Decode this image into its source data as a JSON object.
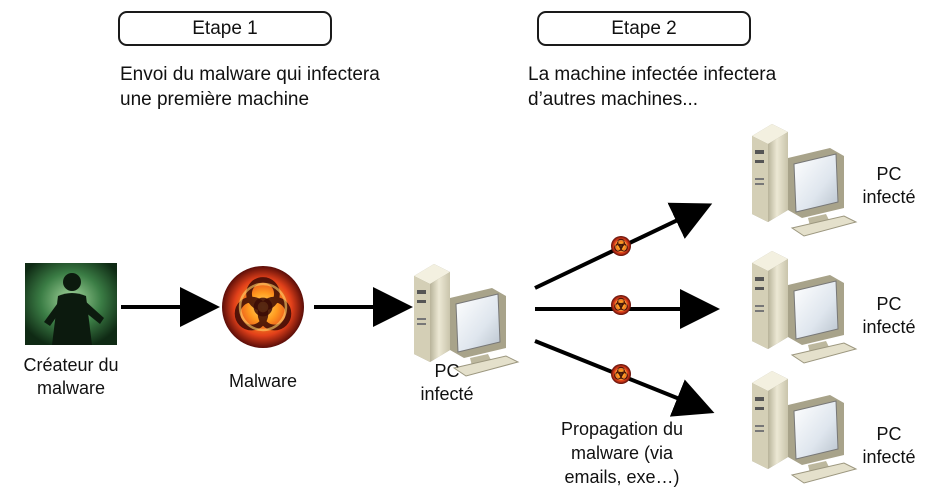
{
  "step1": {
    "title": "Etape 1",
    "line1": "Envoi du malware qui infectera",
    "line2": "une première machine"
  },
  "step2": {
    "title": "Etape 2",
    "line1": "La machine infectée infectera",
    "line2": "d’autres machines..."
  },
  "nodes": {
    "creator": {
      "line1": "Créateur du",
      "line2": "malware"
    },
    "malware": {
      "label": "Malware"
    },
    "pc_center": {
      "line1": "PC",
      "line2": "infecté"
    },
    "pc_top": {
      "line1": "PC",
      "line2": "infecté"
    },
    "pc_middle": {
      "line1": "PC",
      "line2": "infecté"
    },
    "pc_bottom": {
      "line1": "PC",
      "line2": "infecté"
    }
  },
  "propagation": {
    "line1": "Propagation du",
    "line2": "malware (via",
    "line3": "emails, exe…)"
  },
  "icons": {
    "creator": "hacker-silhouette-icon",
    "malware": "biohazard-icon",
    "computer": "desktop-computer-icon"
  },
  "colors": {
    "arrow": "#000000",
    "biohazard_fire": "#e8511a",
    "creator_bg": "#2f6a3a"
  }
}
